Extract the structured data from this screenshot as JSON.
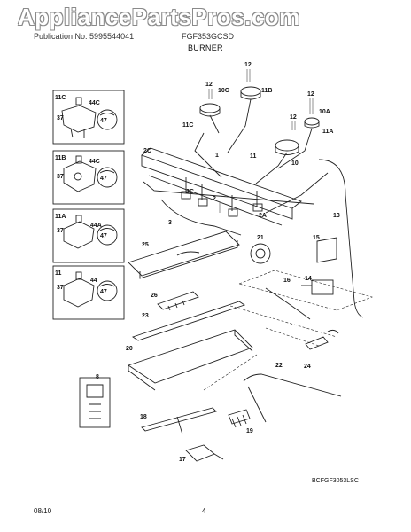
{
  "watermark": "AppliancePartsPros.com",
  "header": {
    "publication": "Publication No. 5995544041",
    "model": "FGF353GCSD",
    "section": "BURNER"
  },
  "footer": {
    "date": "08/10",
    "page": "4"
  },
  "diagram": {
    "code": "BCFGF3053LSC"
  },
  "callouts": [
    "12",
    "12",
    "12",
    "12",
    "10C",
    "11B",
    "10A",
    "11A",
    "11C",
    "1",
    "11",
    "10",
    "2C",
    "2C",
    "2",
    "2A",
    "3",
    "13",
    "25",
    "21",
    "15",
    "16",
    "14",
    "26",
    "23",
    "20",
    "24",
    "22",
    "8",
    "18",
    "19",
    "17",
    "11C",
    "44C",
    "37",
    "47",
    "11B",
    "44C",
    "37",
    "47",
    "11A",
    "44A",
    "37",
    "47",
    "11",
    "44",
    "37",
    "47"
  ]
}
